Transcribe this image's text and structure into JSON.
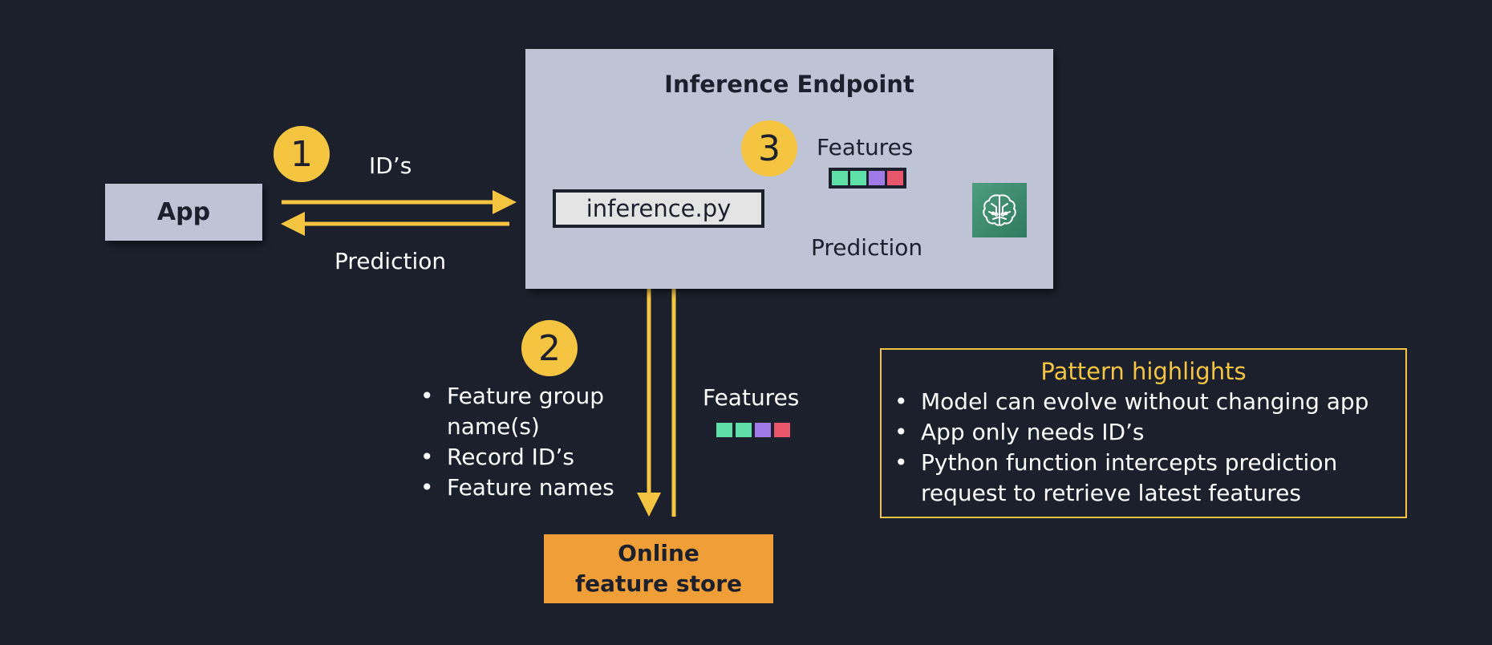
{
  "app": {
    "label": "App"
  },
  "endpoint": {
    "title": "Inference Endpoint",
    "script_label": "inference.py",
    "model_icon": "brain-circuit-icon"
  },
  "store": {
    "line1": "Online",
    "line2": "feature store"
  },
  "steps": [
    "1",
    "2",
    "3"
  ],
  "flow": {
    "ids_label": "ID’s",
    "prediction_label_app": "Prediction",
    "features_label_model": "Features",
    "prediction_label_model": "Prediction",
    "features_label_store": "Features",
    "request_items": [
      "Feature group name(s)",
      "Record ID’s",
      "Feature names"
    ]
  },
  "feature_colors": [
    "#5fe0a8",
    "#5fe0a8",
    "#a07ae6",
    "#e8566c"
  ],
  "highlights": {
    "title": "Pattern highlights",
    "items": [
      "Model can evolve without changing app",
      "App only needs ID’s",
      "Python function intercepts prediction request to retrieve latest features"
    ]
  },
  "colors": {
    "background": "#1b202c",
    "accent_yellow": "#f5c542",
    "store_orange": "#f09e37",
    "panel_gray": "#bec4d5"
  }
}
